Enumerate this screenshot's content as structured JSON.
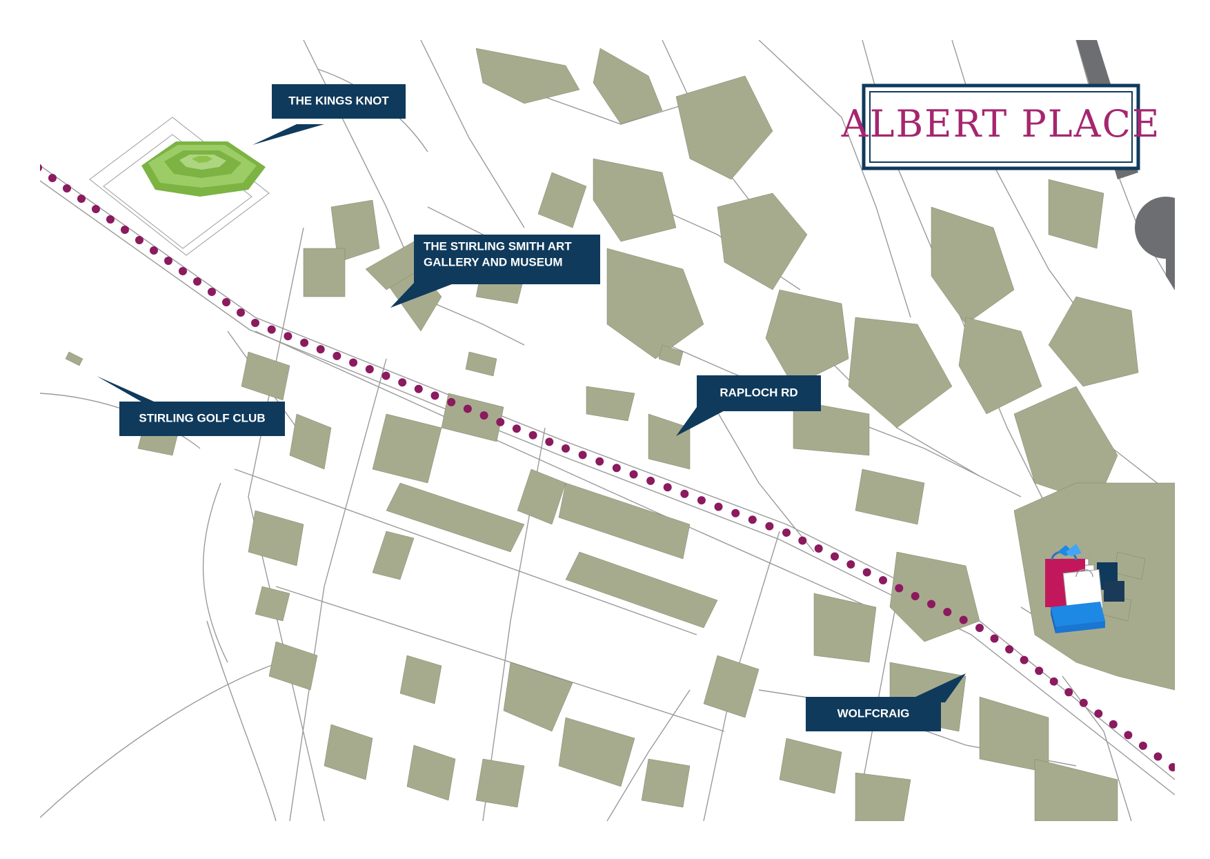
{
  "map": {
    "title": "ALBERT PLACE",
    "route_color": "#8b1a5e",
    "colors": {
      "building": "#a7ab8e",
      "road": "#9a9a9a",
      "label_bg": "#0f3a5c",
      "label_text": "#ffffff",
      "title_border": "#0f3a5c",
      "title_text": "#a5266f",
      "landmark_green": "#8cc63f",
      "roundabout": "#6d6e71"
    },
    "labels": [
      {
        "id": "kings-knot",
        "lines": [
          "THE KINGS KNOT"
        ]
      },
      {
        "id": "stirling-smith",
        "lines": [
          "THE STIRLING SMITH ART",
          "GALLERY AND MUSEUM"
        ]
      },
      {
        "id": "golf-club",
        "lines": [
          "STIRLING GOLF CLUB"
        ]
      },
      {
        "id": "raploch-rd",
        "lines": [
          "RAPLOCH RD"
        ]
      },
      {
        "id": "wolfcraig",
        "lines": [
          "WOLFCRAIG"
        ]
      }
    ],
    "icons": [
      "kings-knot-landmark-icon",
      "shopping-bags-icon"
    ]
  }
}
